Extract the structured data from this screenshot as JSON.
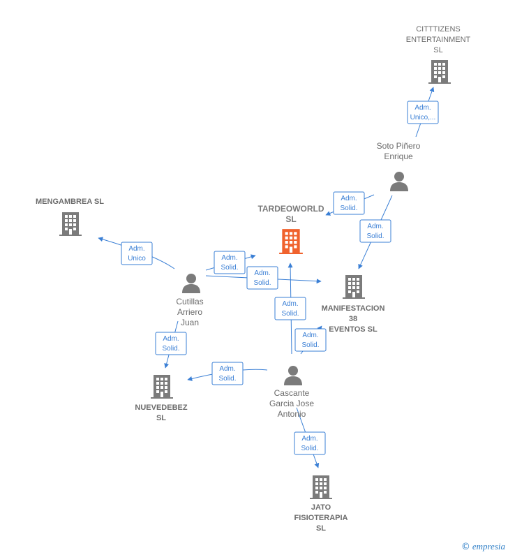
{
  "colors": {
    "edge": "#3a7fd5",
    "node": "#7b7b7b",
    "focus_node": "#f0622d"
  },
  "companies": [
    {
      "id": "tardeoworld",
      "lines": [
        "TARDEOWORLD",
        "SL"
      ],
      "focus": true
    },
    {
      "id": "citttizens",
      "lines": [
        "CITTTIZENS",
        "ENTERTAINMENT",
        "SL"
      ],
      "focus": false
    },
    {
      "id": "mengambrea",
      "lines": [
        "MENGAMBREA SL"
      ],
      "focus": false
    },
    {
      "id": "manifestacion",
      "lines": [
        "MANIFESTACION",
        "38",
        "EVENTOS  SL"
      ],
      "focus": false
    },
    {
      "id": "nuevedebez",
      "lines": [
        "NUEVEDEBEZ",
        "SL"
      ],
      "focus": false
    },
    {
      "id": "jato",
      "lines": [
        "JATO",
        "FISIOTERAPIA",
        "SL"
      ],
      "focus": false
    }
  ],
  "persons": [
    {
      "id": "soto",
      "lines": [
        "Soto Piñero",
        "Enrique"
      ]
    },
    {
      "id": "cutillas",
      "lines": [
        "Cutillas",
        "Arriero",
        "Juan"
      ]
    },
    {
      "id": "cascante",
      "lines": [
        "Cascante",
        "Garcia Jose",
        "Antonio"
      ]
    }
  ],
  "edges": [
    {
      "from": "soto",
      "to": "citttizens",
      "label": [
        "Adm.",
        "Unico,..."
      ]
    },
    {
      "from": "soto",
      "to": "tardeoworld",
      "label": [
        "Adm.",
        "Solid."
      ]
    },
    {
      "from": "soto",
      "to": "manifestacion",
      "label": [
        "Adm.",
        "Solid."
      ]
    },
    {
      "from": "cutillas",
      "to": "mengambrea",
      "label": [
        "Adm.",
        "Unico"
      ]
    },
    {
      "from": "cutillas",
      "to": "tardeoworld",
      "label": [
        "Adm.",
        "Solid."
      ]
    },
    {
      "from": "cutillas",
      "to": "manifestacion",
      "label": [
        "Adm.",
        "Solid."
      ]
    },
    {
      "from": "cutillas",
      "to": "nuevedebez",
      "label": [
        "Adm.",
        "Solid."
      ]
    },
    {
      "from": "cascante",
      "to": "tardeoworld",
      "label": [
        "Adm.",
        "Solid."
      ]
    },
    {
      "from": "cascante",
      "to": "manifestacion",
      "label": [
        "Adm.",
        "Solid."
      ]
    },
    {
      "from": "cascante",
      "to": "nuevedebez",
      "label": [
        "Adm.",
        "Solid."
      ]
    },
    {
      "from": "cascante",
      "to": "jato",
      "label": [
        "Adm.",
        "Solid."
      ]
    }
  ],
  "footer": {
    "copyright": "©",
    "brand": "empresia"
  }
}
